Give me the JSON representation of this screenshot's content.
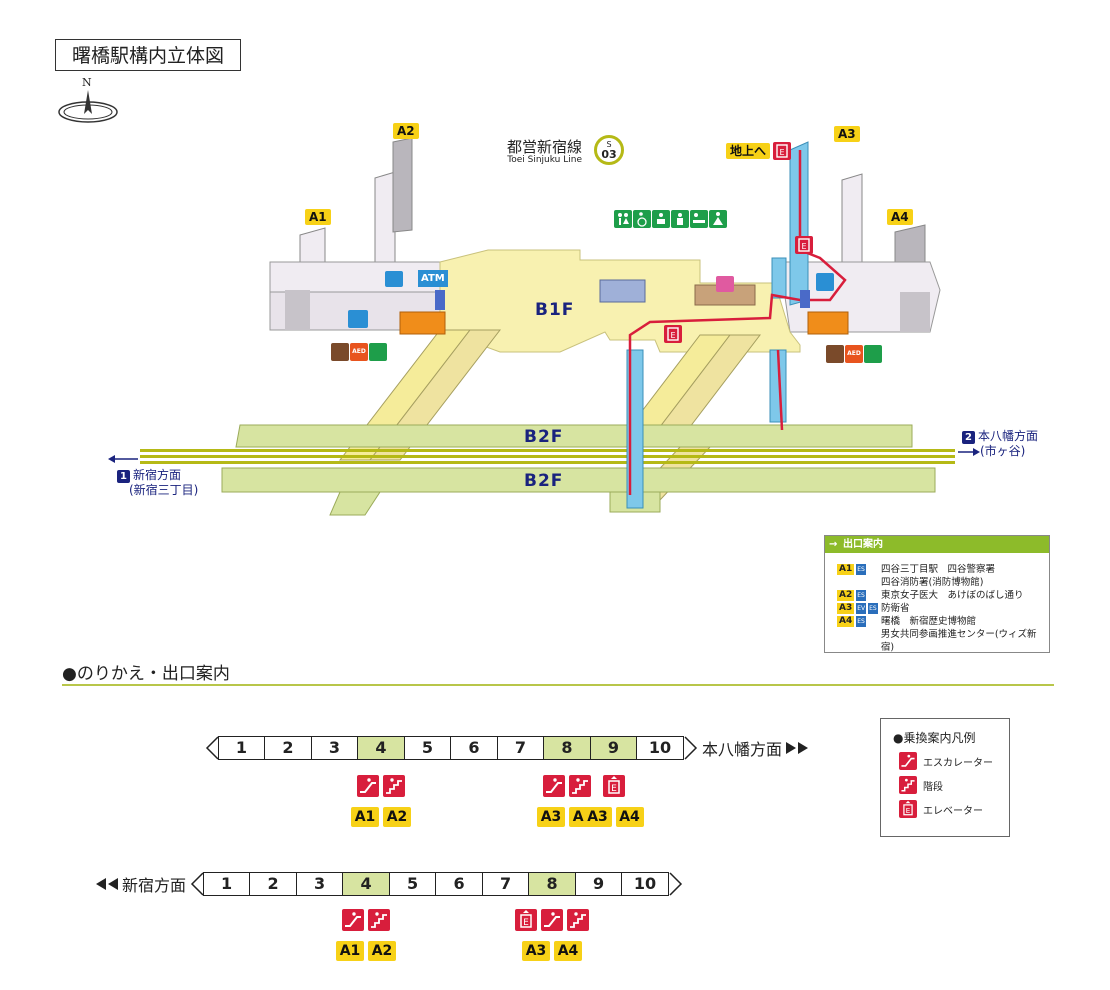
{
  "title": "曙橋駅構内立体図",
  "compass": {
    "label": "N"
  },
  "line": {
    "name_jp": "都営新宿線",
    "name_en": "Toei Sinjuku Line",
    "code_letter": "S",
    "code_number": "03",
    "color": "#b5b916"
  },
  "levels": {
    "b1f": "B1F",
    "b2f_top": "B2F",
    "b2f_bottom": "B2F"
  },
  "exits": {
    "a1": "A1",
    "a2": "A2",
    "a3": "A3",
    "a4": "A4"
  },
  "ground_label": "地上へ",
  "atm_label": "ATM",
  "aed_label": "AED",
  "directions": {
    "east": {
      "num": "2",
      "text": "本八幡方面",
      "sub": "(市ヶ谷)"
    },
    "west": {
      "num": "1",
      "text": "新宿方面",
      "sub": "(新宿三丁目)"
    }
  },
  "exit_guide": {
    "heading": "出口案内",
    "rows": [
      {
        "exit": "A1",
        "tags": [
          "ES"
        ],
        "text": "四谷三丁目駅　四谷警察署"
      },
      {
        "exit": "",
        "tags": [],
        "text": "四谷消防署(消防博物館)"
      },
      {
        "exit": "A2",
        "tags": [
          "ES"
        ],
        "text": "東京女子医大　あけぼのばし通り"
      },
      {
        "exit": "A3",
        "tags": [
          "EV",
          "ES"
        ],
        "text": "防衛省"
      },
      {
        "exit": "A4",
        "tags": [
          "ES"
        ],
        "text": "曙橋　新宿歴史博物館"
      },
      {
        "exit": "",
        "tags": [],
        "text": "男女共同参画推進センター(ウィズ新宿)"
      }
    ]
  },
  "transfer": {
    "section_title": "●のりかえ・出口案内",
    "eastbound": {
      "direction": "本八幡方面",
      "cars": [
        "1",
        "2",
        "3",
        "4",
        "5",
        "6",
        "7",
        "8",
        "9",
        "10"
      ],
      "highlight": [
        "4",
        "8",
        "9"
      ],
      "groups": [
        {
          "car": "4",
          "icons": [
            "escalator",
            "stairs"
          ],
          "exits": [
            "A1",
            "A2"
          ]
        },
        {
          "car": "8",
          "icons": [
            "escalator",
            "stairs"
          ],
          "exits": [
            "A3",
            "A4"
          ]
        },
        {
          "car": "9",
          "icons": [
            "elevator"
          ],
          "exits": [
            "A3",
            "A4"
          ]
        }
      ]
    },
    "westbound": {
      "direction": "新宿方面",
      "cars": [
        "1",
        "2",
        "3",
        "4",
        "5",
        "6",
        "7",
        "8",
        "9",
        "10"
      ],
      "highlight": [
        "4",
        "8"
      ],
      "groups": [
        {
          "car": "4",
          "icons": [
            "escalator",
            "stairs"
          ],
          "exits": [
            "A1",
            "A2"
          ]
        },
        {
          "car": "8",
          "icons": [
            "elevator",
            "escalator",
            "stairs"
          ],
          "exits": [
            "A3",
            "A4"
          ]
        }
      ]
    }
  },
  "key": {
    "title": "●乗換案内凡例",
    "items": [
      {
        "icon": "escalator",
        "label": "エスカレーター"
      },
      {
        "icon": "stairs",
        "label": "階段"
      },
      {
        "icon": "elevator",
        "label": "エレベーター"
      }
    ]
  },
  "colors": {
    "platform": "#d7e4a1",
    "concourse": "#f8f1b0",
    "track_stripe": "#b5b916",
    "wall": "#f0ecf2",
    "elevator": "#7ec8ea",
    "exit_label": "#f7d117",
    "route_red": "#d81e3c",
    "direction_blue": "#1a237e",
    "facility_green": "#1e9e4a"
  }
}
